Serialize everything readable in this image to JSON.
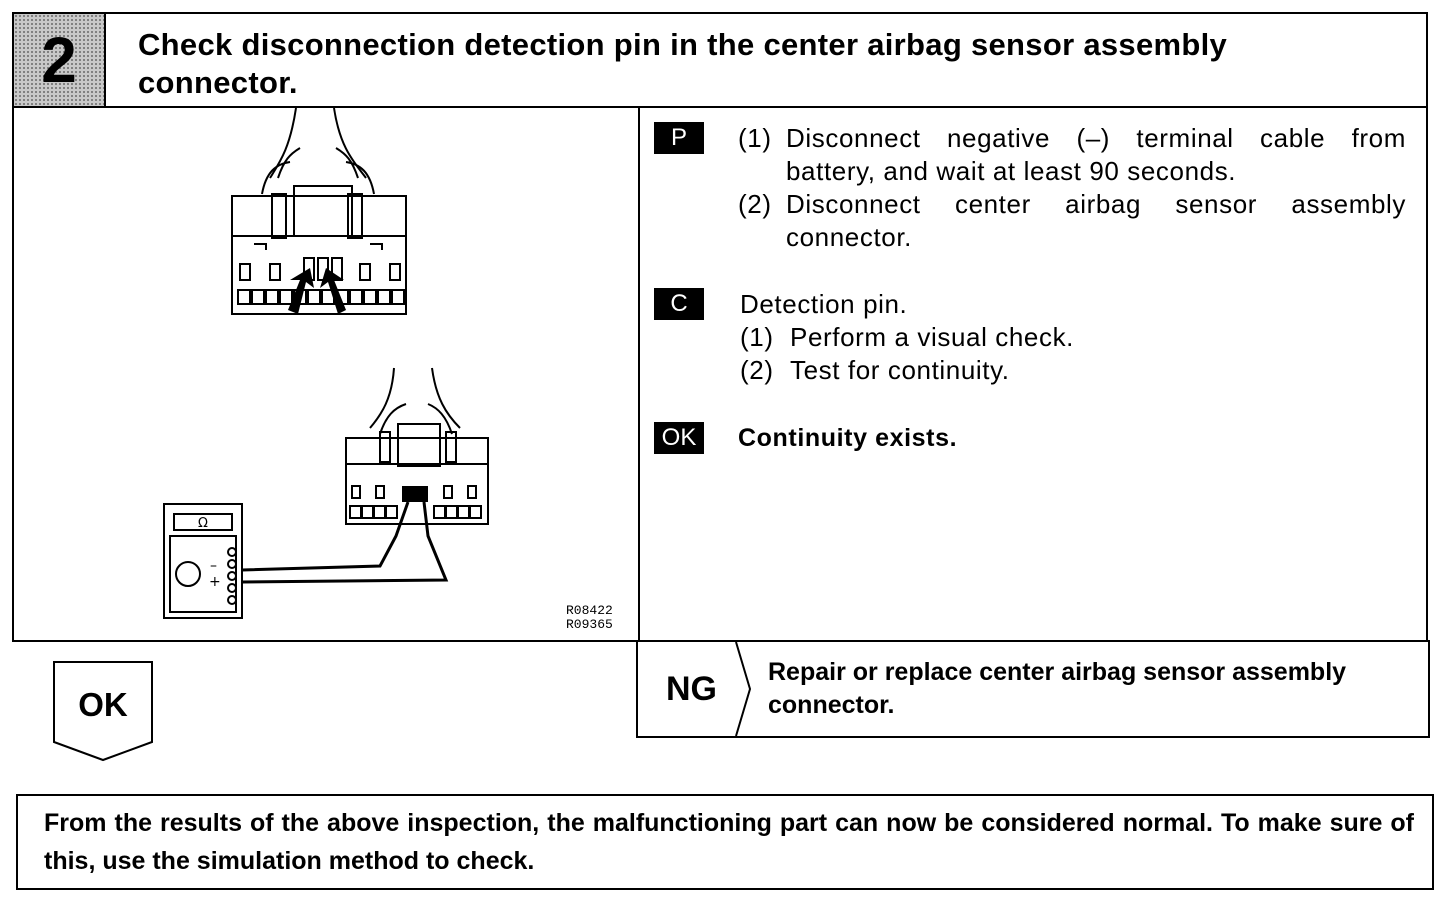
{
  "step": {
    "number": "2",
    "title": "Check disconnection detection pin in the center airbag sensor assembly connector."
  },
  "figure": {
    "codes": [
      "R08422",
      "R09365"
    ],
    "meter_symbol": "Ω",
    "meter_minus": "–",
    "meter_plus": "+"
  },
  "procedure": {
    "p_tag": "P",
    "p_items": [
      {
        "num": "(1)",
        "text": "Disconnect negative (–) terminal cable from battery, and wait at least 90 seconds."
      },
      {
        "num": "(2)",
        "text": "Disconnect center airbag sensor assembly connector."
      }
    ],
    "c_tag": "C",
    "c_heading": "Detection pin.",
    "c_items": [
      {
        "num": "(1)",
        "text": "Perform a visual check."
      },
      {
        "num": "(2)",
        "text": "Test for continuity."
      }
    ],
    "ok_tag": "OK",
    "ok_result": "Continuity exists."
  },
  "ng": {
    "label": "NG",
    "action": "Repair or replace center airbag sensor assembly connector."
  },
  "ok_flow": {
    "label": "OK"
  },
  "conclusion": "From the results of the above inspection, the malfunctioning part can now be considered normal.  To make sure of this, use the simulation method to check."
}
